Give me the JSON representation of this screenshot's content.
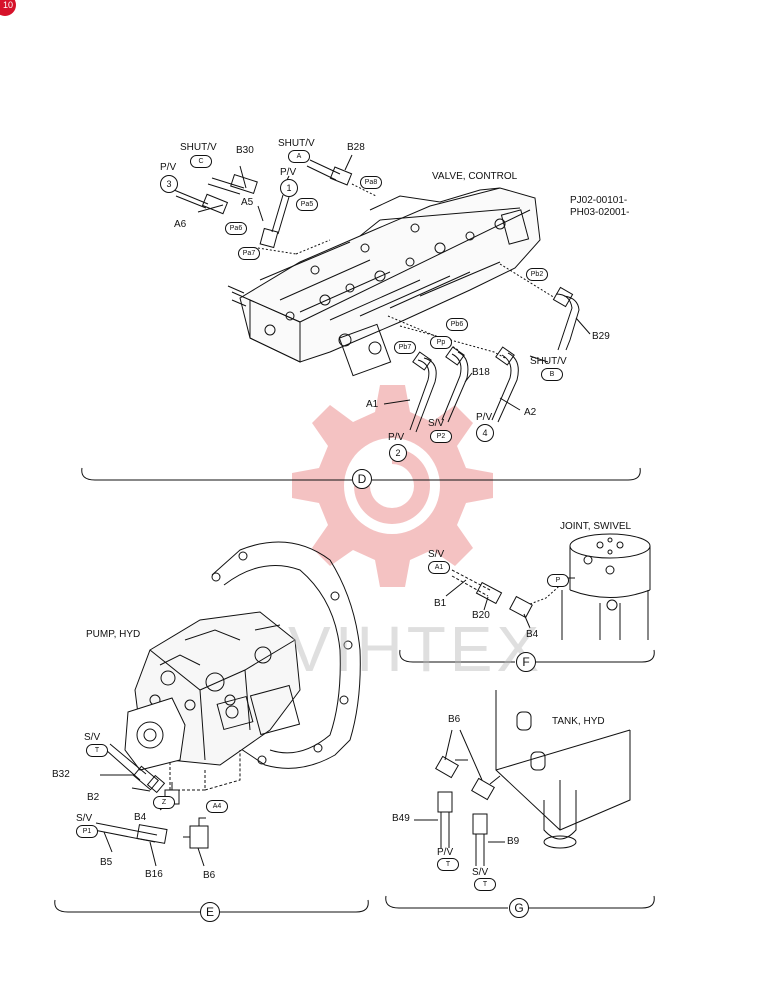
{
  "page_badge": "10",
  "watermark": {
    "text": "VIHTEX",
    "color": "#f2b3b3"
  },
  "section_d": {
    "marker": "D",
    "title": "VALVE, CONTROL",
    "serials": [
      "PJ02-00101-",
      "PH03-02001-"
    ],
    "labels": {
      "shut_v_c": "SHUT/V",
      "shut_v_c_code": "C",
      "shut_v_a": "SHUT/V",
      "shut_v_a_code": "A",
      "b30": "B30",
      "b28": "B28",
      "pv3": "P/V",
      "pv3_num": "3",
      "pv1": "P/V",
      "pv1_num": "1",
      "a5": "A5",
      "a6": "A6",
      "pa5": "Pa5",
      "pa6": "Pa6",
      "pa7": "Pa7",
      "pa8": "Pa8",
      "pb2": "Pb2",
      "pb6": "Pb6",
      "pb7": "Pb7",
      "pp": "Pp",
      "b29": "B29",
      "shut_v_b": "SHUT/V",
      "shut_v_b_code": "B",
      "b18": "B18",
      "a1": "A1",
      "a2": "A2",
      "pv2": "P/V",
      "pv2_num": "2",
      "sv_p2": "S/V",
      "sv_p2_code": "P2",
      "pv4": "P/V",
      "pv4_num": "4"
    }
  },
  "section_e": {
    "marker": "E",
    "title": "PUMP, HYD",
    "labels": {
      "sv_t": "S/V",
      "sv_t_code": "T",
      "b32": "B32",
      "b2": "B2",
      "z": "Z",
      "b4": "B4",
      "a4": "A4",
      "sv_p1": "S/V",
      "sv_p1_code": "P1",
      "b5": "B5",
      "b16": "B16",
      "b6": "B6"
    }
  },
  "section_f": {
    "marker": "F",
    "title": "JOINT, SWIVEL",
    "labels": {
      "sv_a1": "S/V",
      "sv_a1_code": "A1",
      "b1": "B1",
      "b20": "B20",
      "b4": "B4",
      "p": "P"
    }
  },
  "section_g": {
    "marker": "G",
    "title": "TANK, HYD",
    "labels": {
      "b6": "B6",
      "b49": "B49",
      "b9": "B9",
      "pv_t": "P/V",
      "pv_t_code": "T",
      "sv_t": "S/V",
      "sv_t_code": "T"
    }
  }
}
